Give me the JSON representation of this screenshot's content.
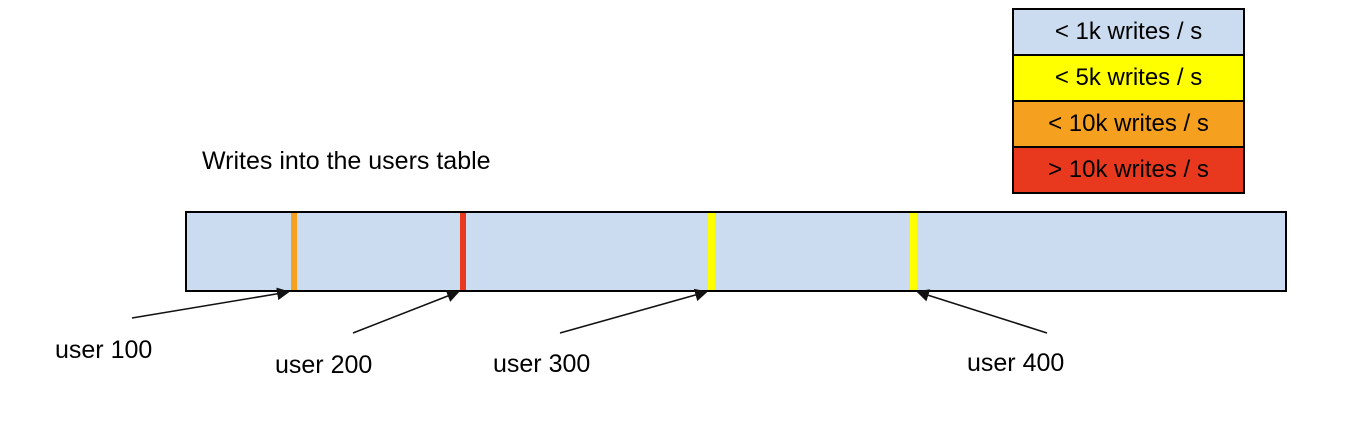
{
  "title": "Writes into the users table",
  "colors": {
    "band_fill": "#CBDBF0",
    "yellow": "#FFFF00",
    "orange": "#F5A01E",
    "red": "#E8391F",
    "outline": "#000000"
  },
  "legend": {
    "items": [
      {
        "label": "< 1k writes / s",
        "color": "#CBDBF0"
      },
      {
        "label": "< 5k writes / s",
        "color": "#FFFF00"
      },
      {
        "label": "< 10k writes / s",
        "color": "#F5A01E"
      },
      {
        "label": "> 10k writes / s",
        "color": "#E8391F"
      }
    ]
  },
  "band": {
    "markers": [
      {
        "id": "user-100",
        "color": "#F5A01E"
      },
      {
        "id": "user-200",
        "color": "#E8391F"
      },
      {
        "id": "user-300",
        "color": "#FFFF00"
      },
      {
        "id": "user-400",
        "color": "#FFFF00"
      }
    ]
  },
  "callouts": [
    {
      "label": "user 100"
    },
    {
      "label": "user 200"
    },
    {
      "label": "user 300"
    },
    {
      "label": "user 400"
    }
  ]
}
